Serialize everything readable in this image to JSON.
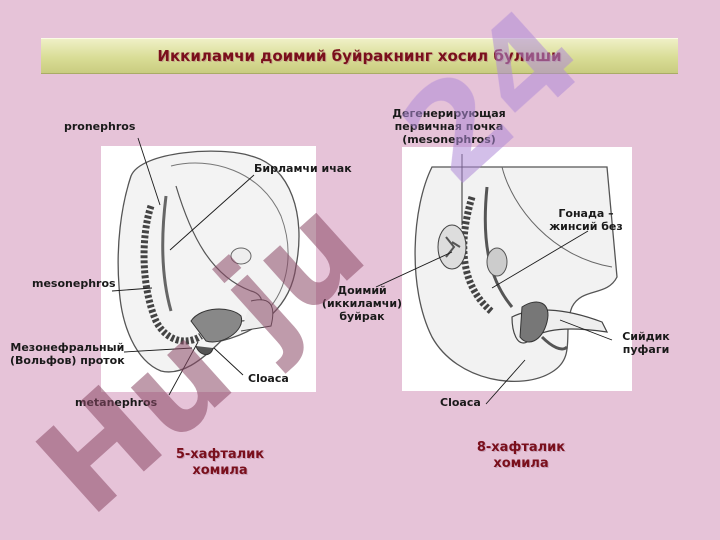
{
  "title": "Иккиламчи доимий буйракнинг хосил булиши",
  "left_figure": {
    "labels": {
      "pronephros": "pronephros",
      "primary_gut": "Бирламчи ичак",
      "mesonephros": "mesonephros",
      "wolffian_duct_line1": "Мезонефральный",
      "wolffian_duct_line2": "(Вольфов) проток",
      "cloaca": "Cloaca",
      "metanephros": "metanephros"
    },
    "caption_line1": "5-хафталик",
    "caption_line2": "хомила"
  },
  "right_figure": {
    "labels": {
      "degenerating_line1": "Дегенерирующая",
      "degenerating_line2": "первичная почка",
      "degenerating_line3": "(mesonephros)",
      "gonad_line1": "Гонада –",
      "gonad_line2": "жинсий без",
      "permanent_kidney_line1": "Доимий",
      "permanent_kidney_line2": "(иккиламчи)",
      "permanent_kidney_line3": "буйрак",
      "bladder_line1": "Сийдик",
      "bladder_line2": "пуфаги",
      "cloaca": "Cloaca"
    },
    "caption_line1": "8-хафталик",
    "caption_line2": "хомила"
  },
  "colors": {
    "background": "#e6c3d8",
    "title_text": "#7a0f1c",
    "caption_text": "#7a0f1c",
    "watermark_purple": "#b08ad8",
    "watermark_maroon": "#8a4a66"
  }
}
